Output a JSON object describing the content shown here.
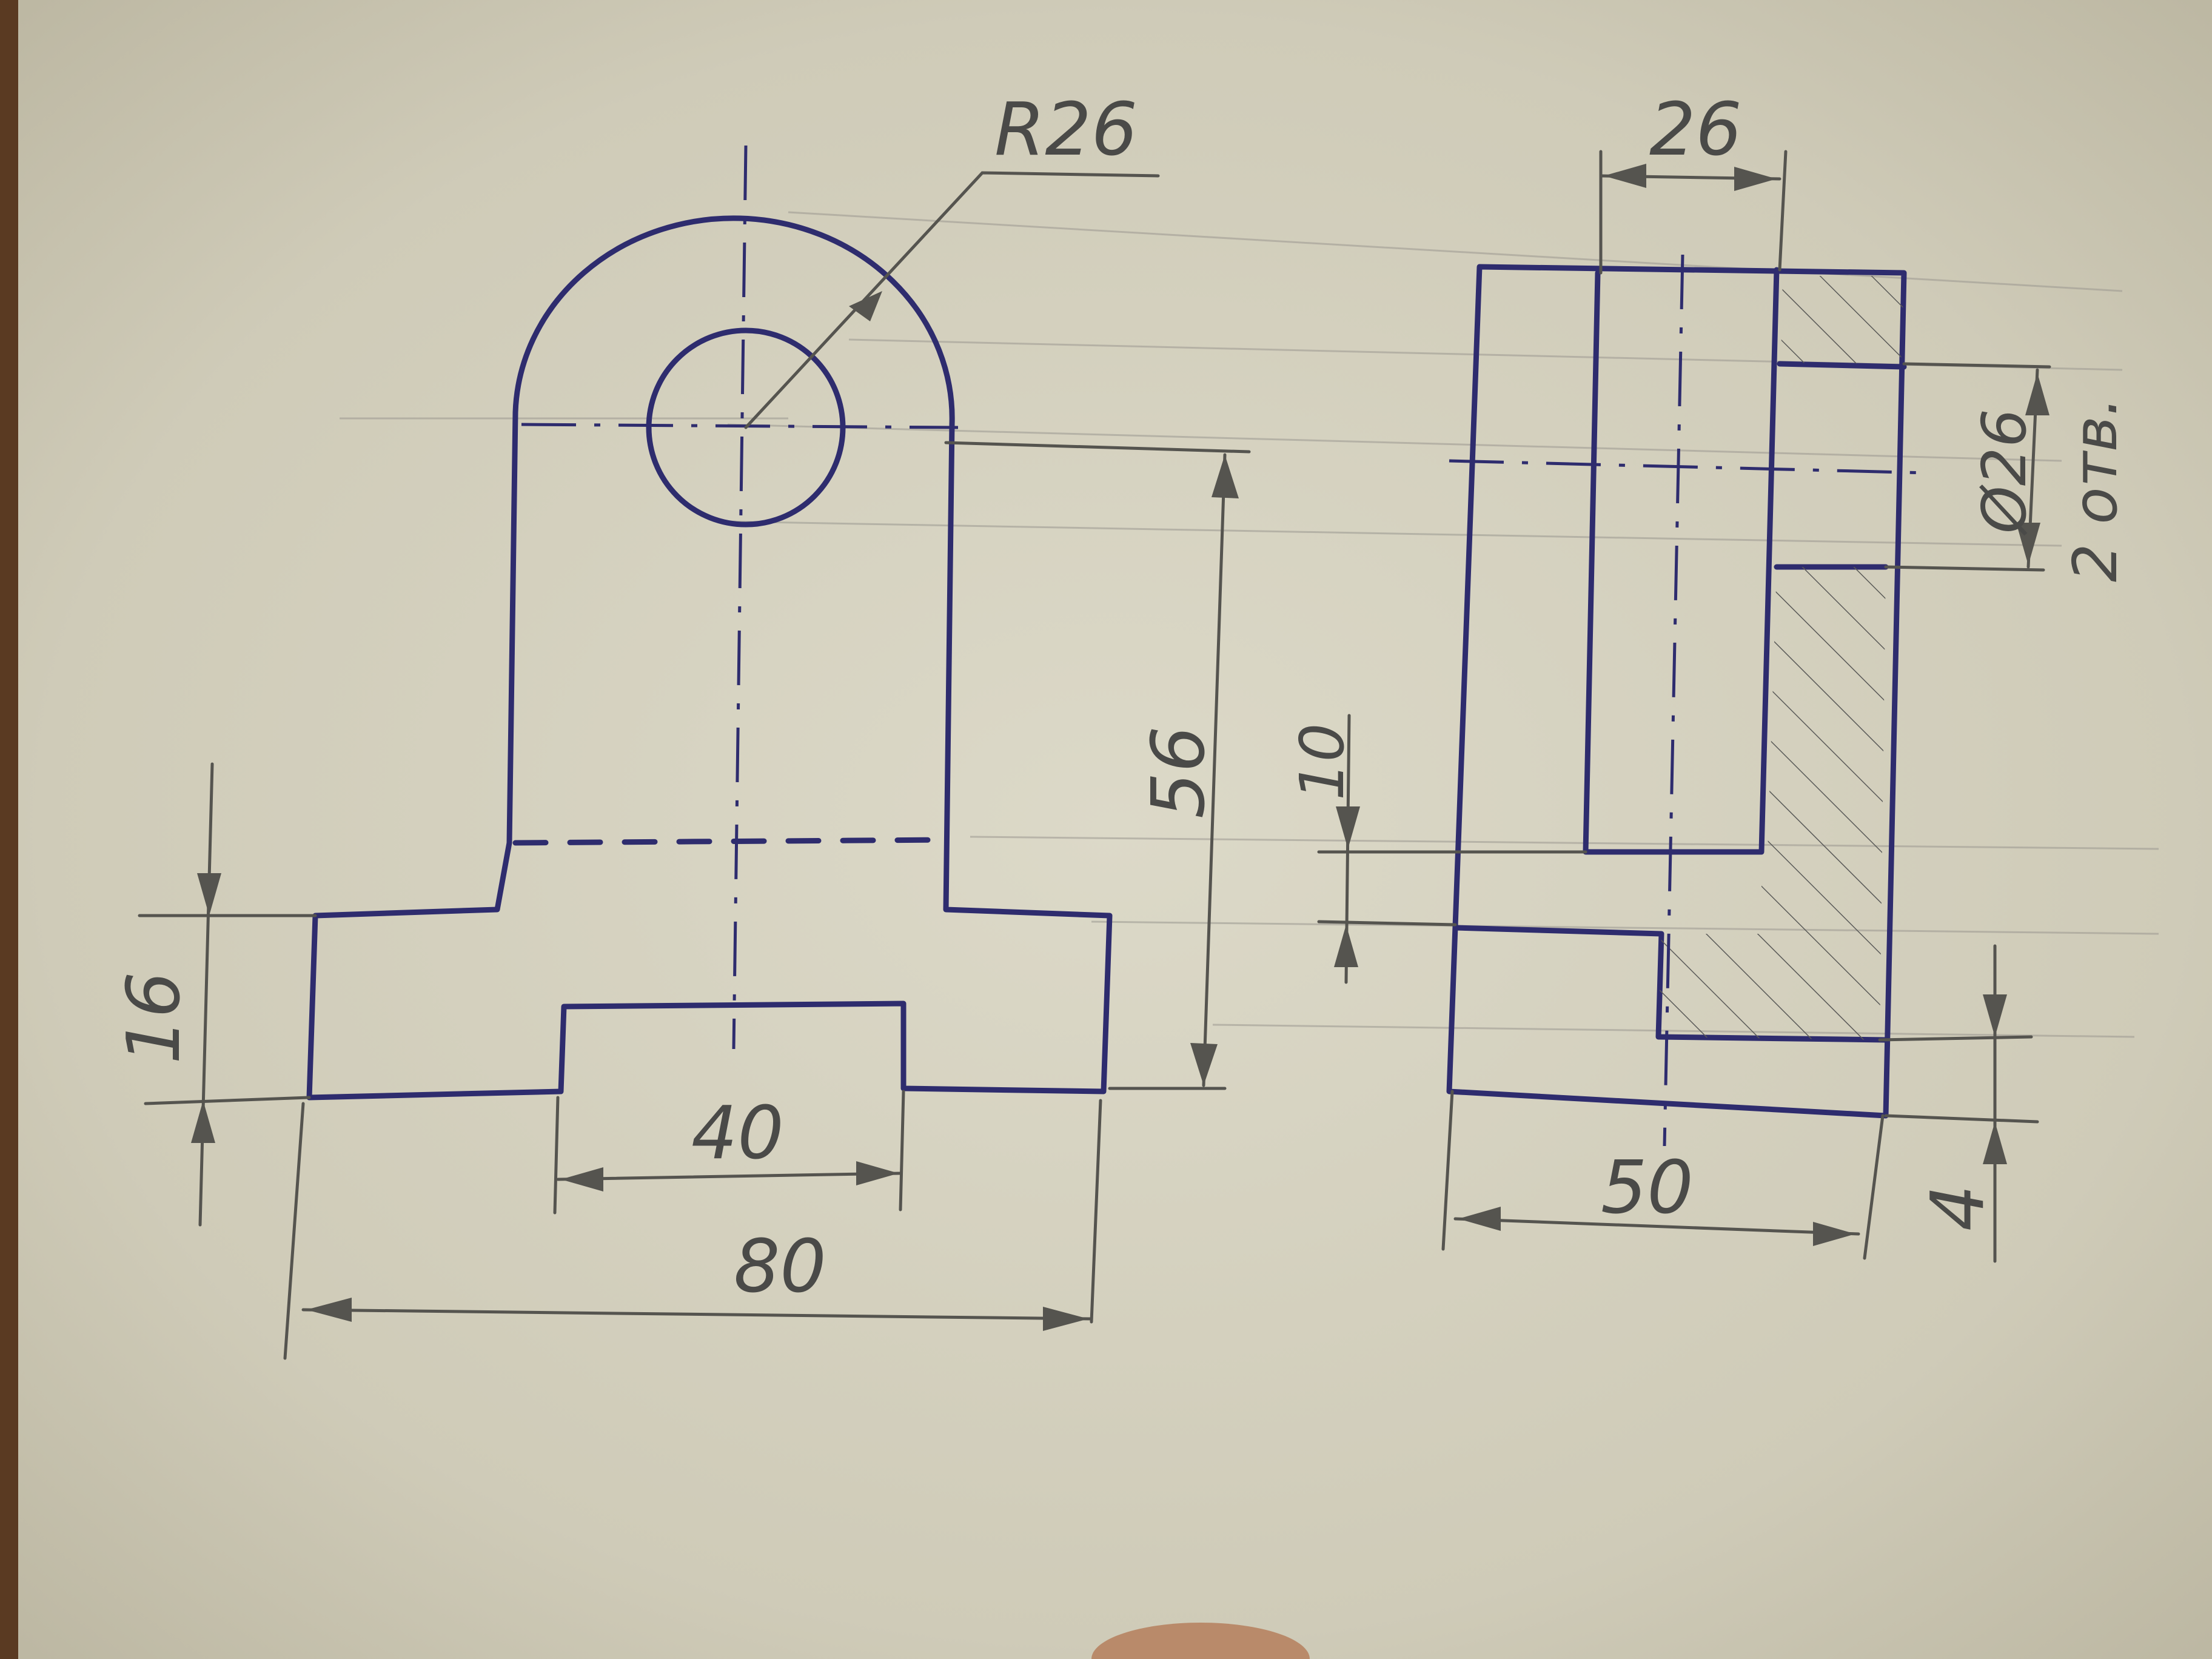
{
  "drawing": {
    "colors": {
      "paper": "#d8d5c4",
      "ink": "#2e2c6e",
      "pencil": "#55544f",
      "background": "#5a3a22"
    },
    "front_view": {
      "radius_label": "R26",
      "height_label": "56",
      "base_height_label": "16",
      "slot_width_label": "40",
      "overall_width_label": "80"
    },
    "side_view": {
      "top_width_label": "26",
      "hole_label": "Ø26",
      "hole_count_label": "2 отв.",
      "slot_depth_label": "10",
      "overall_depth_label": "50",
      "base_step_label": "4"
    }
  }
}
